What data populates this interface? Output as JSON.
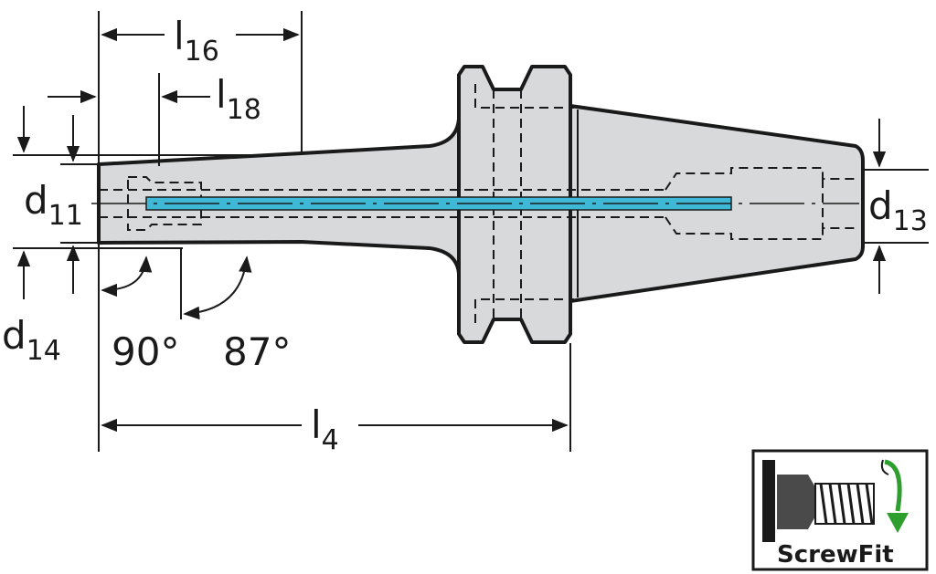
{
  "labels": {
    "l16": {
      "main": "l",
      "sub": "16"
    },
    "l18": {
      "main": "l",
      "sub": "18"
    },
    "d11": {
      "main": "d",
      "sub": "11"
    },
    "d13": {
      "main": "d",
      "sub": "13"
    },
    "d14": {
      "main": "d",
      "sub": "14"
    },
    "l4": {
      "main": "l",
      "sub": "4"
    },
    "angle_90": "90°",
    "angle_87": "87°"
  },
  "logo": {
    "text": "ScrewFit",
    "icon": "screw-thread-icon",
    "arrow_icon": "rotation-arrow-icon",
    "arrow_color": "#2e9e2e"
  },
  "colors": {
    "body_fill": "#d7d9da",
    "outline": "#1a1a1a",
    "coolant_channel": "#3fb8d6"
  }
}
